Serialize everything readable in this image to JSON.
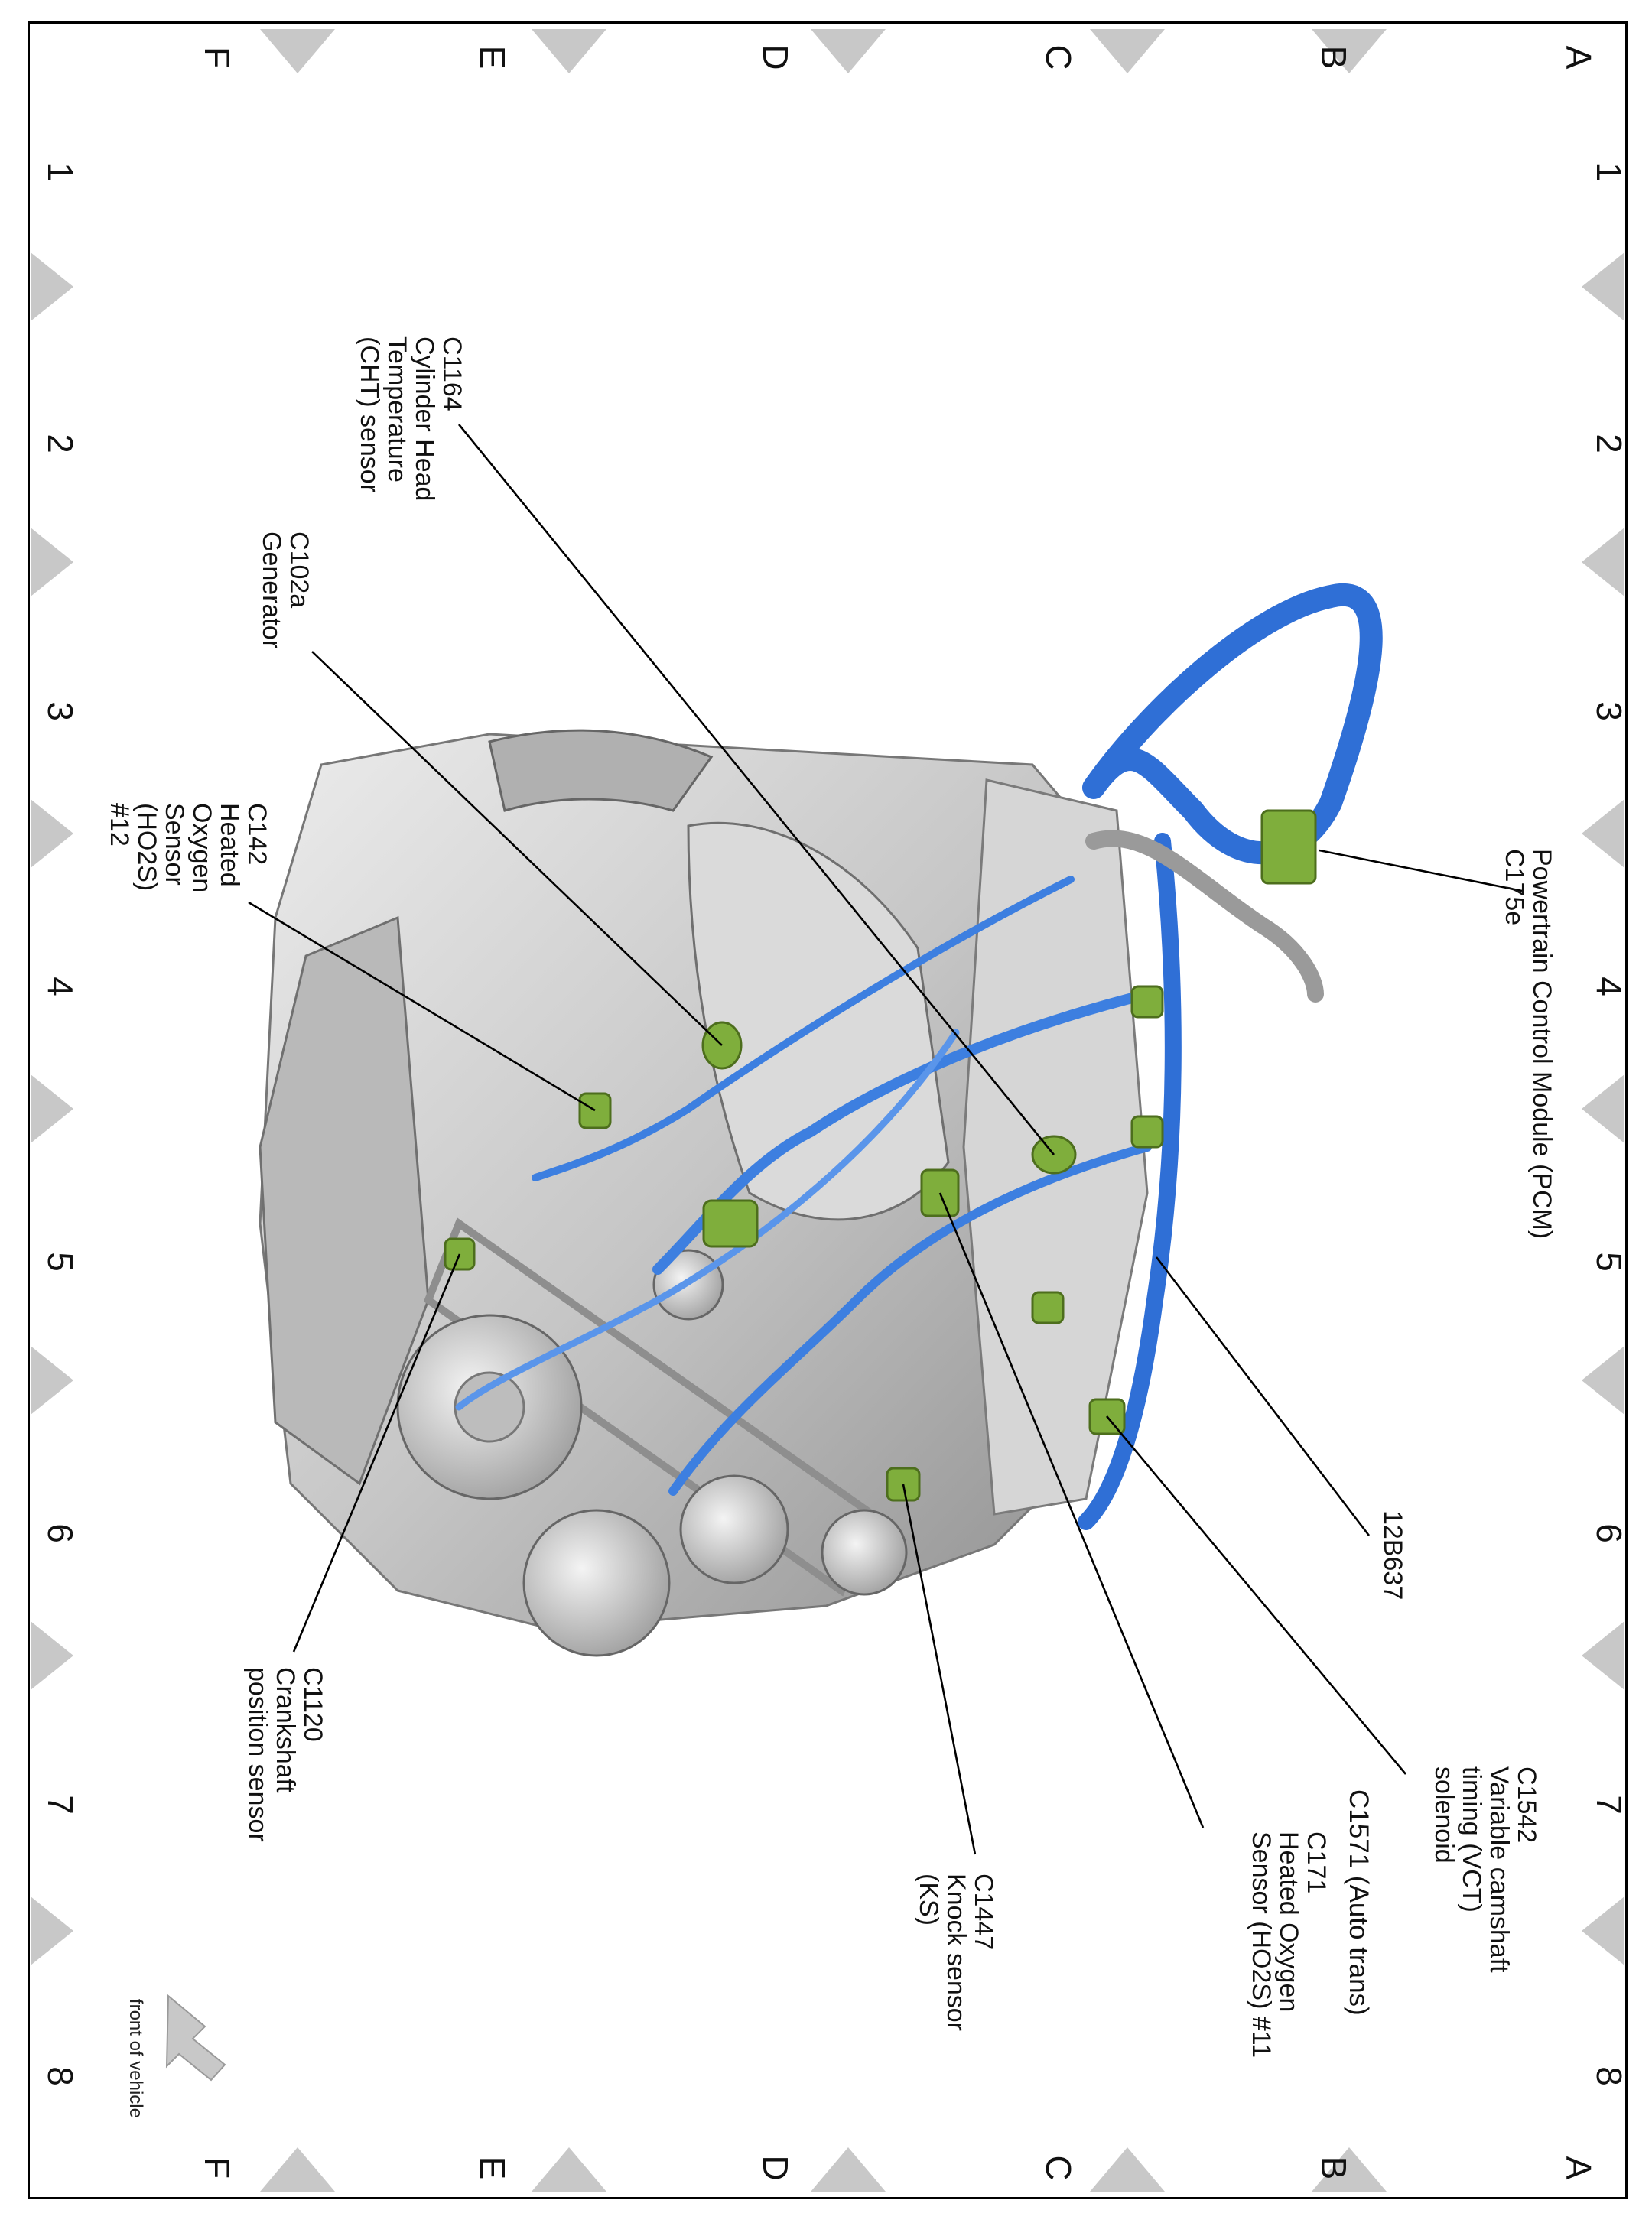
{
  "grid": {
    "letters": [
      "A",
      "B",
      "C",
      "D",
      "E",
      "F"
    ],
    "numbers": [
      "1",
      "2",
      "3",
      "4",
      "5",
      "6",
      "7",
      "8"
    ]
  },
  "callouts": {
    "pcm": [
      "Powertrain Control Module (PCM)",
      "C175e"
    ],
    "cht": [
      "C1164",
      "Cylinder Head",
      "Temperature",
      "(CHT) sensor"
    ],
    "generator": [
      "C102a",
      "Generator"
    ],
    "ho2s12": [
      "C142",
      "Heated",
      "Oxygen",
      "Sensor",
      "(HO2S)",
      "#12"
    ],
    "harness": [
      "12B637"
    ],
    "vct": [
      "C1542",
      "Variable camshaft",
      "timing (VCT)",
      "solenoid"
    ],
    "auto_trans": [
      "C1571 (Auto trans)"
    ],
    "ho2s11": [
      "C171",
      "Heated Oxygen",
      "Sensor (HO2S) #11"
    ],
    "knock": [
      "C1447",
      "Knock sensor",
      "(KS)"
    ],
    "crank": [
      "C1120",
      "Crankshaft",
      "position sensor"
    ]
  },
  "front_of_vehicle": "front of vehicle",
  "colors": {
    "harness": "#2f6fd6",
    "connector": "#7fae3c",
    "engine": "#c9c9c9",
    "border_marks": "#c8c8c8"
  }
}
